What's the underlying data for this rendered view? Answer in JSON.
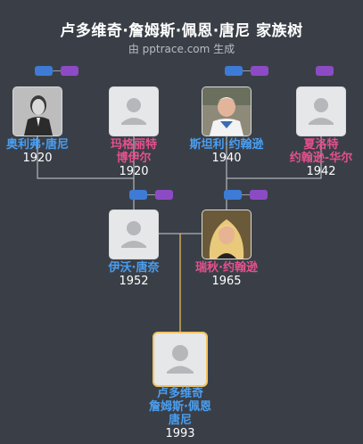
{
  "header": {
    "title": "卢多维奇·詹姆斯·佩恩·唐尼 家族树",
    "subtitle": "由 pptrace.com 生成"
  },
  "people": {
    "oliver": {
      "name": "奥利弗·唐尼",
      "year": "1920",
      "gender": "male"
    },
    "margaret": {
      "name": "玛格丽特\n博伊尔",
      "year": "1920",
      "gender": "female"
    },
    "stanley": {
      "name": "斯坦利·约翰逊",
      "year": "1940",
      "gender": "male"
    },
    "charlotte": {
      "name": "夏洛特\n约翰逊-华尔",
      "year": "1942",
      "gender": "female"
    },
    "ivo": {
      "name": "伊沃·唐奈",
      "year": "1952",
      "gender": "male"
    },
    "rachel": {
      "name": "瑞秋·约翰逊",
      "year": "1965",
      "gender": "female"
    },
    "ludovic": {
      "name": "卢多维奇\n詹姆斯·佩恩\n唐尼",
      "year": "1993",
      "gender": "male"
    }
  },
  "colors": {
    "background": "#3a3f47",
    "male": "#4a9ef0",
    "female": "#e6508c",
    "link": "#c9cdd3",
    "focus_link": "#f2c462",
    "badge_blue": "#3d7bd6",
    "badge_purple": "#8c4bc4"
  },
  "icons": {
    "placeholder": "person-silhouette-icon",
    "photo": "portrait-photo-icon"
  }
}
